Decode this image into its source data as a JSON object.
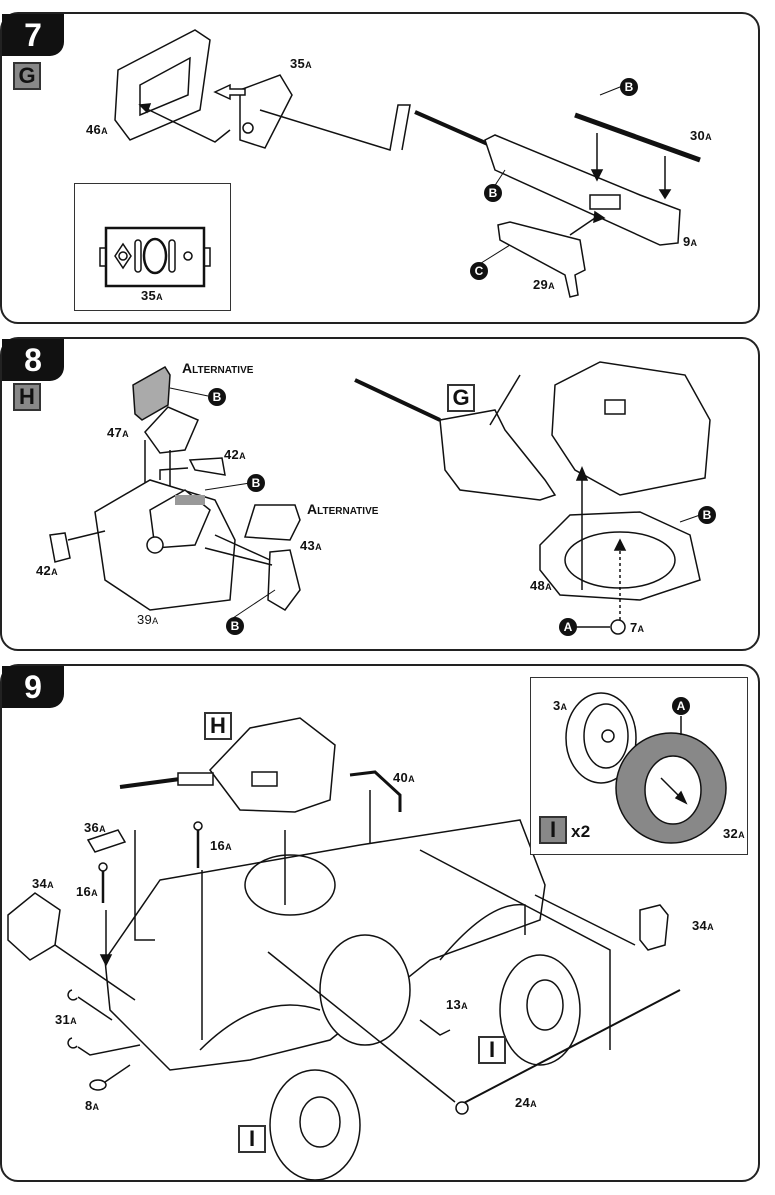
{
  "steps": [
    {
      "number": "7",
      "sub_assembly": "G",
      "parts": [
        {
          "num": "35",
          "suffix": "A"
        },
        {
          "num": "46",
          "suffix": "A"
        },
        {
          "num": "30",
          "suffix": "A"
        },
        {
          "num": "9",
          "suffix": "A"
        },
        {
          "num": "29",
          "suffix": "A"
        }
      ],
      "inset_part": {
        "num": "35",
        "suffix": "A"
      },
      "sprue_markers": [
        "B",
        "B",
        "C"
      ]
    },
    {
      "number": "8",
      "sub_assembly": "H",
      "alternative_label": "Alternative",
      "parts": [
        {
          "num": "47",
          "suffix": "A"
        },
        {
          "num": "42",
          "suffix": "A"
        },
        {
          "num": "42",
          "suffix": "A"
        },
        {
          "num": "43",
          "suffix": "A"
        },
        {
          "num": "39",
          "suffix": "A"
        },
        {
          "num": "48",
          "suffix": "A"
        },
        {
          "num": "7",
          "suffix": "A"
        }
      ],
      "sub_assembly_ref": "G",
      "sprue_markers": [
        "B",
        "B",
        "B",
        "B",
        "A"
      ]
    },
    {
      "number": "9",
      "sub_assembly_ref_turret": "H",
      "sub_assembly_ref_wheel": "I",
      "wheel_inset": {
        "badge": "I",
        "quantity": "x2",
        "parts": [
          {
            "num": "3",
            "suffix": "A"
          },
          {
            "num": "32",
            "suffix": "A"
          }
        ],
        "sprue_marker": "A"
      },
      "parts": [
        {
          "num": "40",
          "suffix": "A"
        },
        {
          "num": "36",
          "suffix": "A"
        },
        {
          "num": "16",
          "suffix": "A"
        },
        {
          "num": "16",
          "suffix": "A"
        },
        {
          "num": "34",
          "suffix": "A"
        },
        {
          "num": "34",
          "suffix": "A"
        },
        {
          "num": "31",
          "suffix": "A"
        },
        {
          "num": "8",
          "suffix": "A"
        },
        {
          "num": "13",
          "suffix": "A"
        },
        {
          "num": "24",
          "suffix": "A"
        }
      ]
    }
  ]
}
